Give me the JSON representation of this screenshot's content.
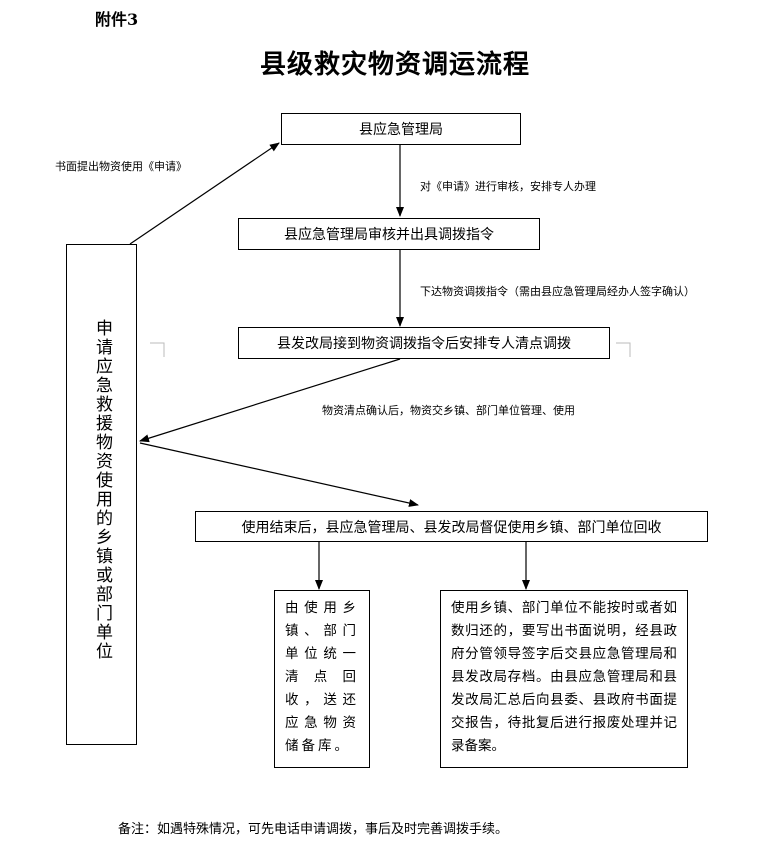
{
  "attachment": "附件3",
  "title": "县级救灾物资调运流程",
  "boxes": {
    "bureau": "县应急管理局",
    "review": "县应急管理局审核并出具调拨指令",
    "ndrc": "县发改局接到物资调拨指令后安排专人清点调拨",
    "applicant": "申请应急救援物资使用的乡镇或部门单位",
    "supervise": "使用结束后，县应急管理局、县发改局督促使用乡镇、部门单位回收",
    "recover": "由使用乡镇、部门单位统一清点回收，送还应急物资储备库。",
    "scrap": "使用乡镇、部门单位不能按时或者如数归还的，要写出书面说明，经县政府分管领导签字后交县应急管理局和县发改局存档。由县应急管理局和县发改局汇总后向县委、县政府书面提交报告，待批复后进行报废处理并记录备案。"
  },
  "labels": {
    "apply": "书面提出物资使用《申请》",
    "audit": "对《申请》进行审核，安排专人办理",
    "order": "下达物资调拨指令（需由县应急管理局经办人签字确认）",
    "deliver": "物资清点确认后，物资交乡镇、部门单位管理、使用"
  },
  "note": "备注：如遇特殊情况，可先电话申请调拨，事后及时完善调拨手续。"
}
